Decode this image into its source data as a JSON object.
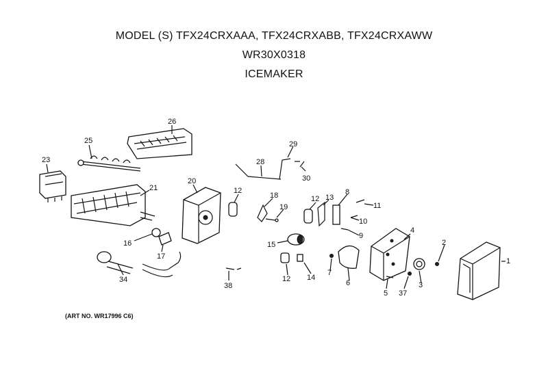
{
  "header": {
    "line1": "MODEL (S) TFX24CRXAAA, TFX24CRXABB, TFX24CRXAWW",
    "line2": "WR30X0318",
    "line3": "ICEMAKER"
  },
  "footer": {
    "art_no": "(ART NO. WR17996 C6)"
  },
  "callouts": [
    "26",
    "25",
    "23",
    "21",
    "20",
    "29",
    "28",
    "30",
    "12",
    "18",
    "19",
    "12",
    "13",
    "8",
    "11",
    "10",
    "9",
    "4",
    "15",
    "16",
    "17",
    "34",
    "38",
    "12",
    "14",
    "7",
    "6",
    "5",
    "37",
    "3",
    "2",
    "1"
  ]
}
